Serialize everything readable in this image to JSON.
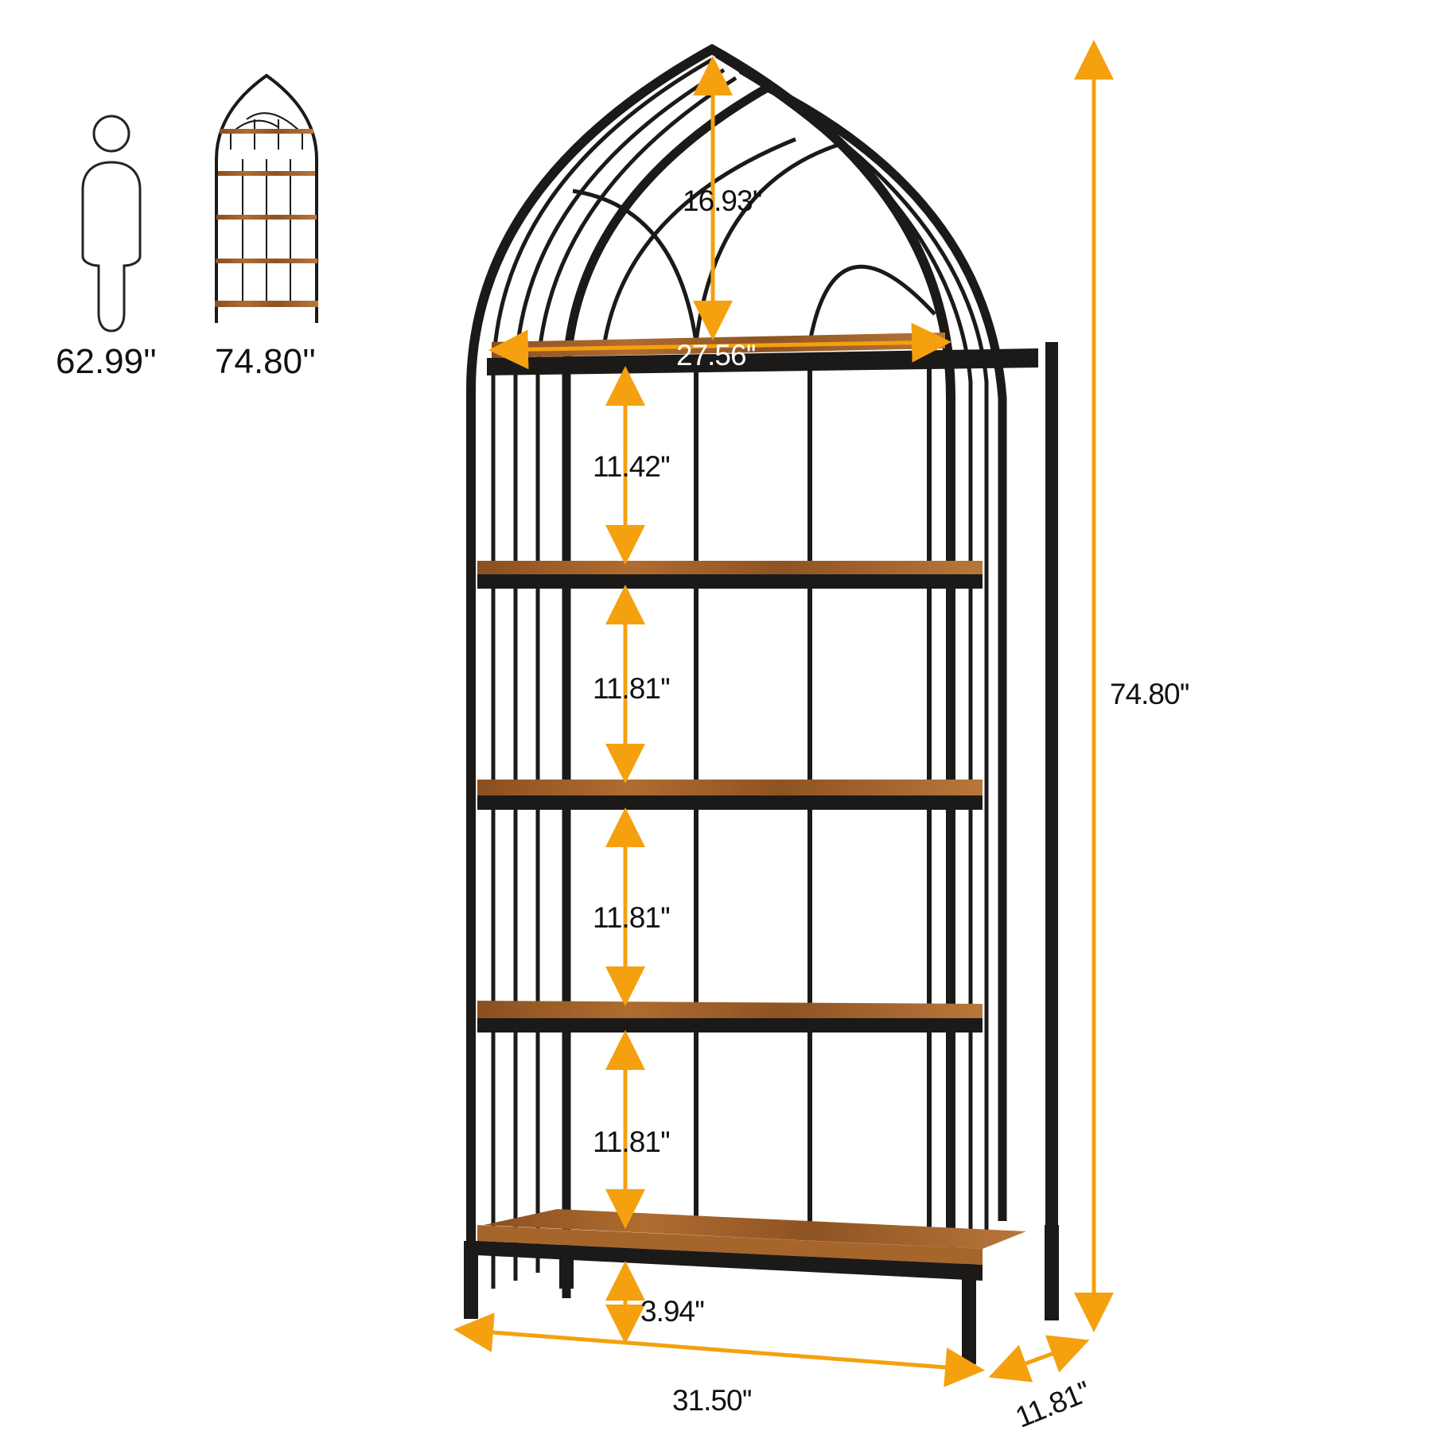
{
  "colors": {
    "accent": "#F5A00F",
    "frame": "#1c1a18",
    "wood": "#9a5a26",
    "wood_light": "#c27a3a"
  },
  "comparison": {
    "person_height": "62.99''",
    "shelf_height": "74.80''"
  },
  "dimensions": {
    "arch_height": "16.93''",
    "top_shelf_width": "27.56''",
    "gaps": [
      "11.42''",
      "11.81''",
      "11.81''",
      "11.81''"
    ],
    "bottom_clearance": "3.94''",
    "total_height": "74.80''",
    "width": "31.50''",
    "depth": "11.81''"
  }
}
